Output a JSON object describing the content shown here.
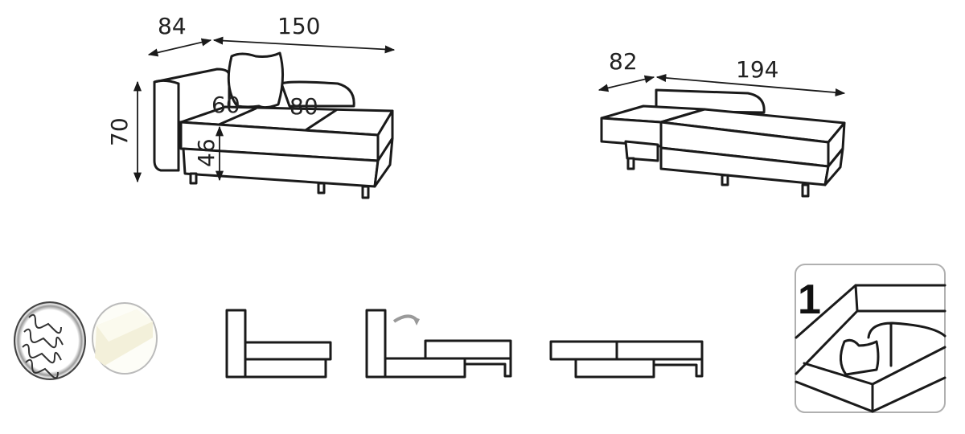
{
  "sofa_view": {
    "depth": "84",
    "width": "150",
    "height": "70",
    "seat_depth_left": "60",
    "seat_depth_right": "80",
    "seat_height": "46"
  },
  "bed_view": {
    "depth": "82",
    "width": "194"
  },
  "mechanism_panel": {
    "step_number": "1"
  },
  "colors": {
    "line": "#1a1a1a",
    "arrow": "#9a9a9a",
    "panel_border": "#b0b0b0"
  }
}
